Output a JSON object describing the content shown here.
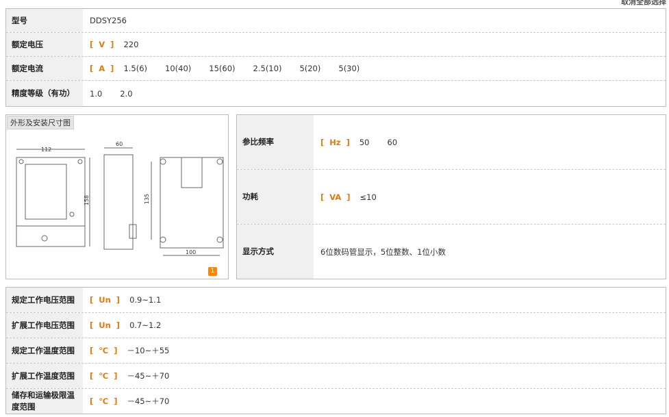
{
  "top_right_link": "取消全部选择",
  "top_table": [
    {
      "label": "型号",
      "unit": "",
      "values": [
        "DDSY256"
      ]
    },
    {
      "label": "额定电压",
      "unit": "[  V  ]",
      "values": [
        "220"
      ]
    },
    {
      "label": "额定电流",
      "unit": "[  A  ]",
      "values": [
        "1.5(6)",
        "10(40)",
        "15(60)",
        "2.5(10)",
        "5(20)",
        "5(30)"
      ]
    },
    {
      "label": "精度等级（有功）",
      "unit": "",
      "values": [
        "1.0",
        "2.0"
      ]
    }
  ],
  "diagram": {
    "title": "外形及安装尺寸图",
    "dims": {
      "front_width": "112",
      "front_height": "158",
      "side_width": "60",
      "back_height": "135",
      "back_width": "100"
    },
    "badge": "1"
  },
  "mid_table": [
    {
      "label": "参比频率",
      "unit": "[  Hz  ]",
      "values": [
        "50",
        "60"
      ]
    },
    {
      "label": "功耗",
      "unit": "[  VA  ]",
      "values": [
        "≤10"
      ]
    },
    {
      "label": "显示方式",
      "unit": "",
      "values": [
        "6位数码管显示，5位整数、1位小数"
      ]
    }
  ],
  "bottom_table": [
    {
      "label": "规定工作电压范围",
      "unit": "[  Un  ]",
      "values": [
        "0.9~1.1"
      ]
    },
    {
      "label": "扩展工作电压范围",
      "unit": "[  Un  ]",
      "values": [
        "0.7~1.2"
      ]
    },
    {
      "label": "规定工作温度范围",
      "unit": "[  ℃  ]",
      "values": [
        "－10~＋55"
      ]
    },
    {
      "label": "扩展工作温度范围",
      "unit": "[  ℃  ]",
      "values": [
        "－45~＋70"
      ]
    },
    {
      "label": "储存和运输极限温度范围",
      "unit": "[  ℃  ]",
      "values": [
        "－45~＋70"
      ]
    }
  ]
}
